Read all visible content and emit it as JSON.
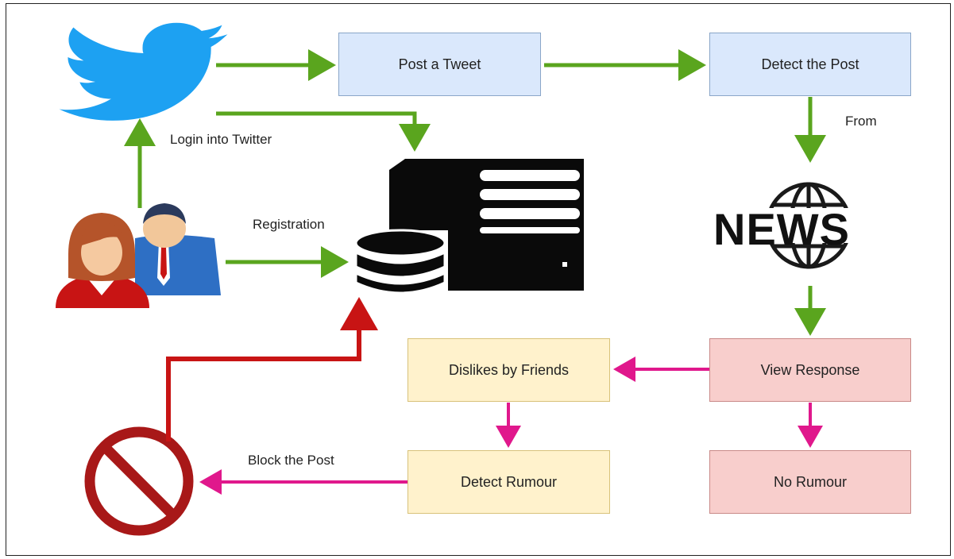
{
  "diagram": {
    "nodes": {
      "post_tweet": "Post a Tweet",
      "detect_post": "Detect the Post",
      "view_response": "View Response",
      "dislikes": "Dislikes by Friends",
      "detect_rumour": "Detect Rumour",
      "no_rumour": "No Rumour"
    },
    "labels": {
      "login": "Login into Twitter",
      "registration": "Registration",
      "from": "From",
      "block": "Block the Post"
    },
    "news_logo": "NEWS",
    "icons": [
      "twitter-bird-icon",
      "users-icon",
      "server-icon",
      "database-icon",
      "news-globe-icon",
      "block-icon"
    ],
    "colors": {
      "green_arrow": "#5aa51e",
      "pink_arrow": "#e0188c",
      "red_arrow": "#c81414",
      "twitter_blue": "#1da1f2"
    }
  }
}
